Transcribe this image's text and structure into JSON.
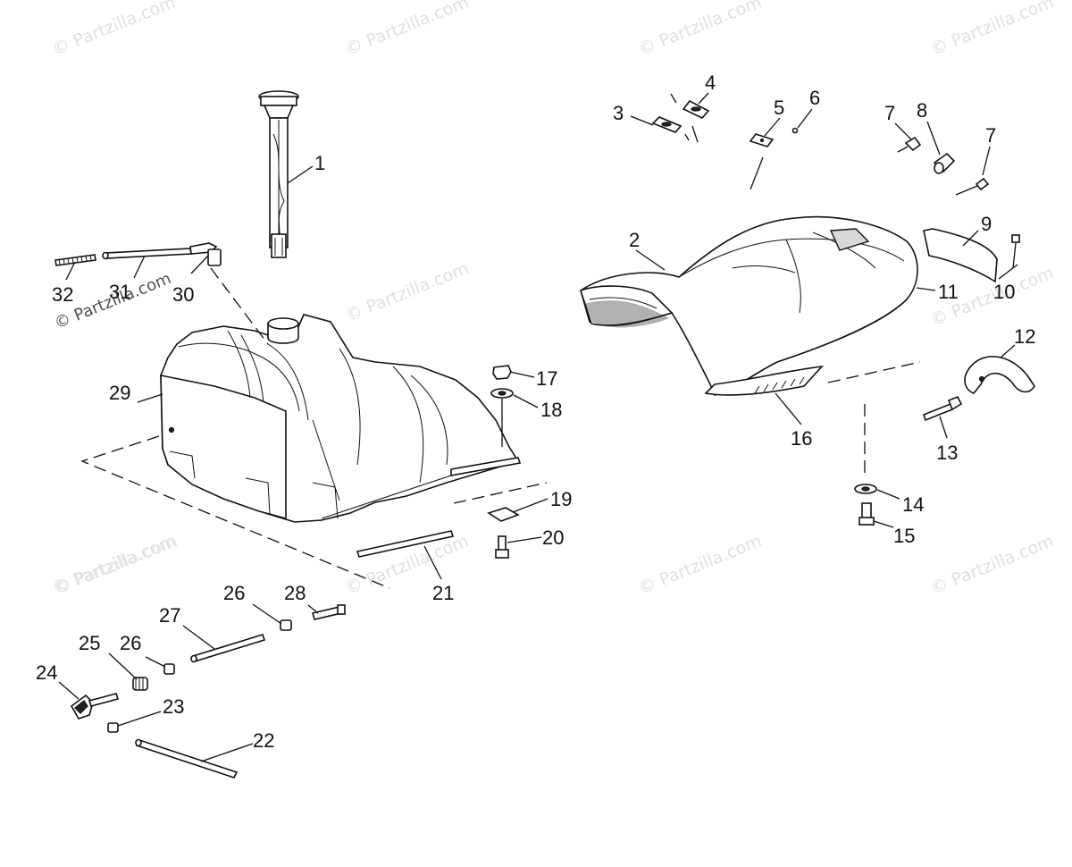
{
  "watermark": "© Partzilla.com",
  "callouts": {
    "c1": "1",
    "c2": "2",
    "c3": "3",
    "c4": "4",
    "c5": "5",
    "c6": "6",
    "c7a": "7",
    "c7b": "7",
    "c8": "8",
    "c9": "9",
    "c10": "10",
    "c11": "11",
    "c12": "12",
    "c13": "13",
    "c14": "14",
    "c15": "15",
    "c16": "16",
    "c17": "17",
    "c18": "18",
    "c19": "19",
    "c20": "20",
    "c21": "21",
    "c22": "22",
    "c23": "23",
    "c24": "24",
    "c25": "25",
    "c26a": "26",
    "c26b": "26",
    "c27": "27",
    "c28": "28",
    "c29": "29",
    "c30": "30",
    "c31": "31",
    "c32": "32"
  }
}
